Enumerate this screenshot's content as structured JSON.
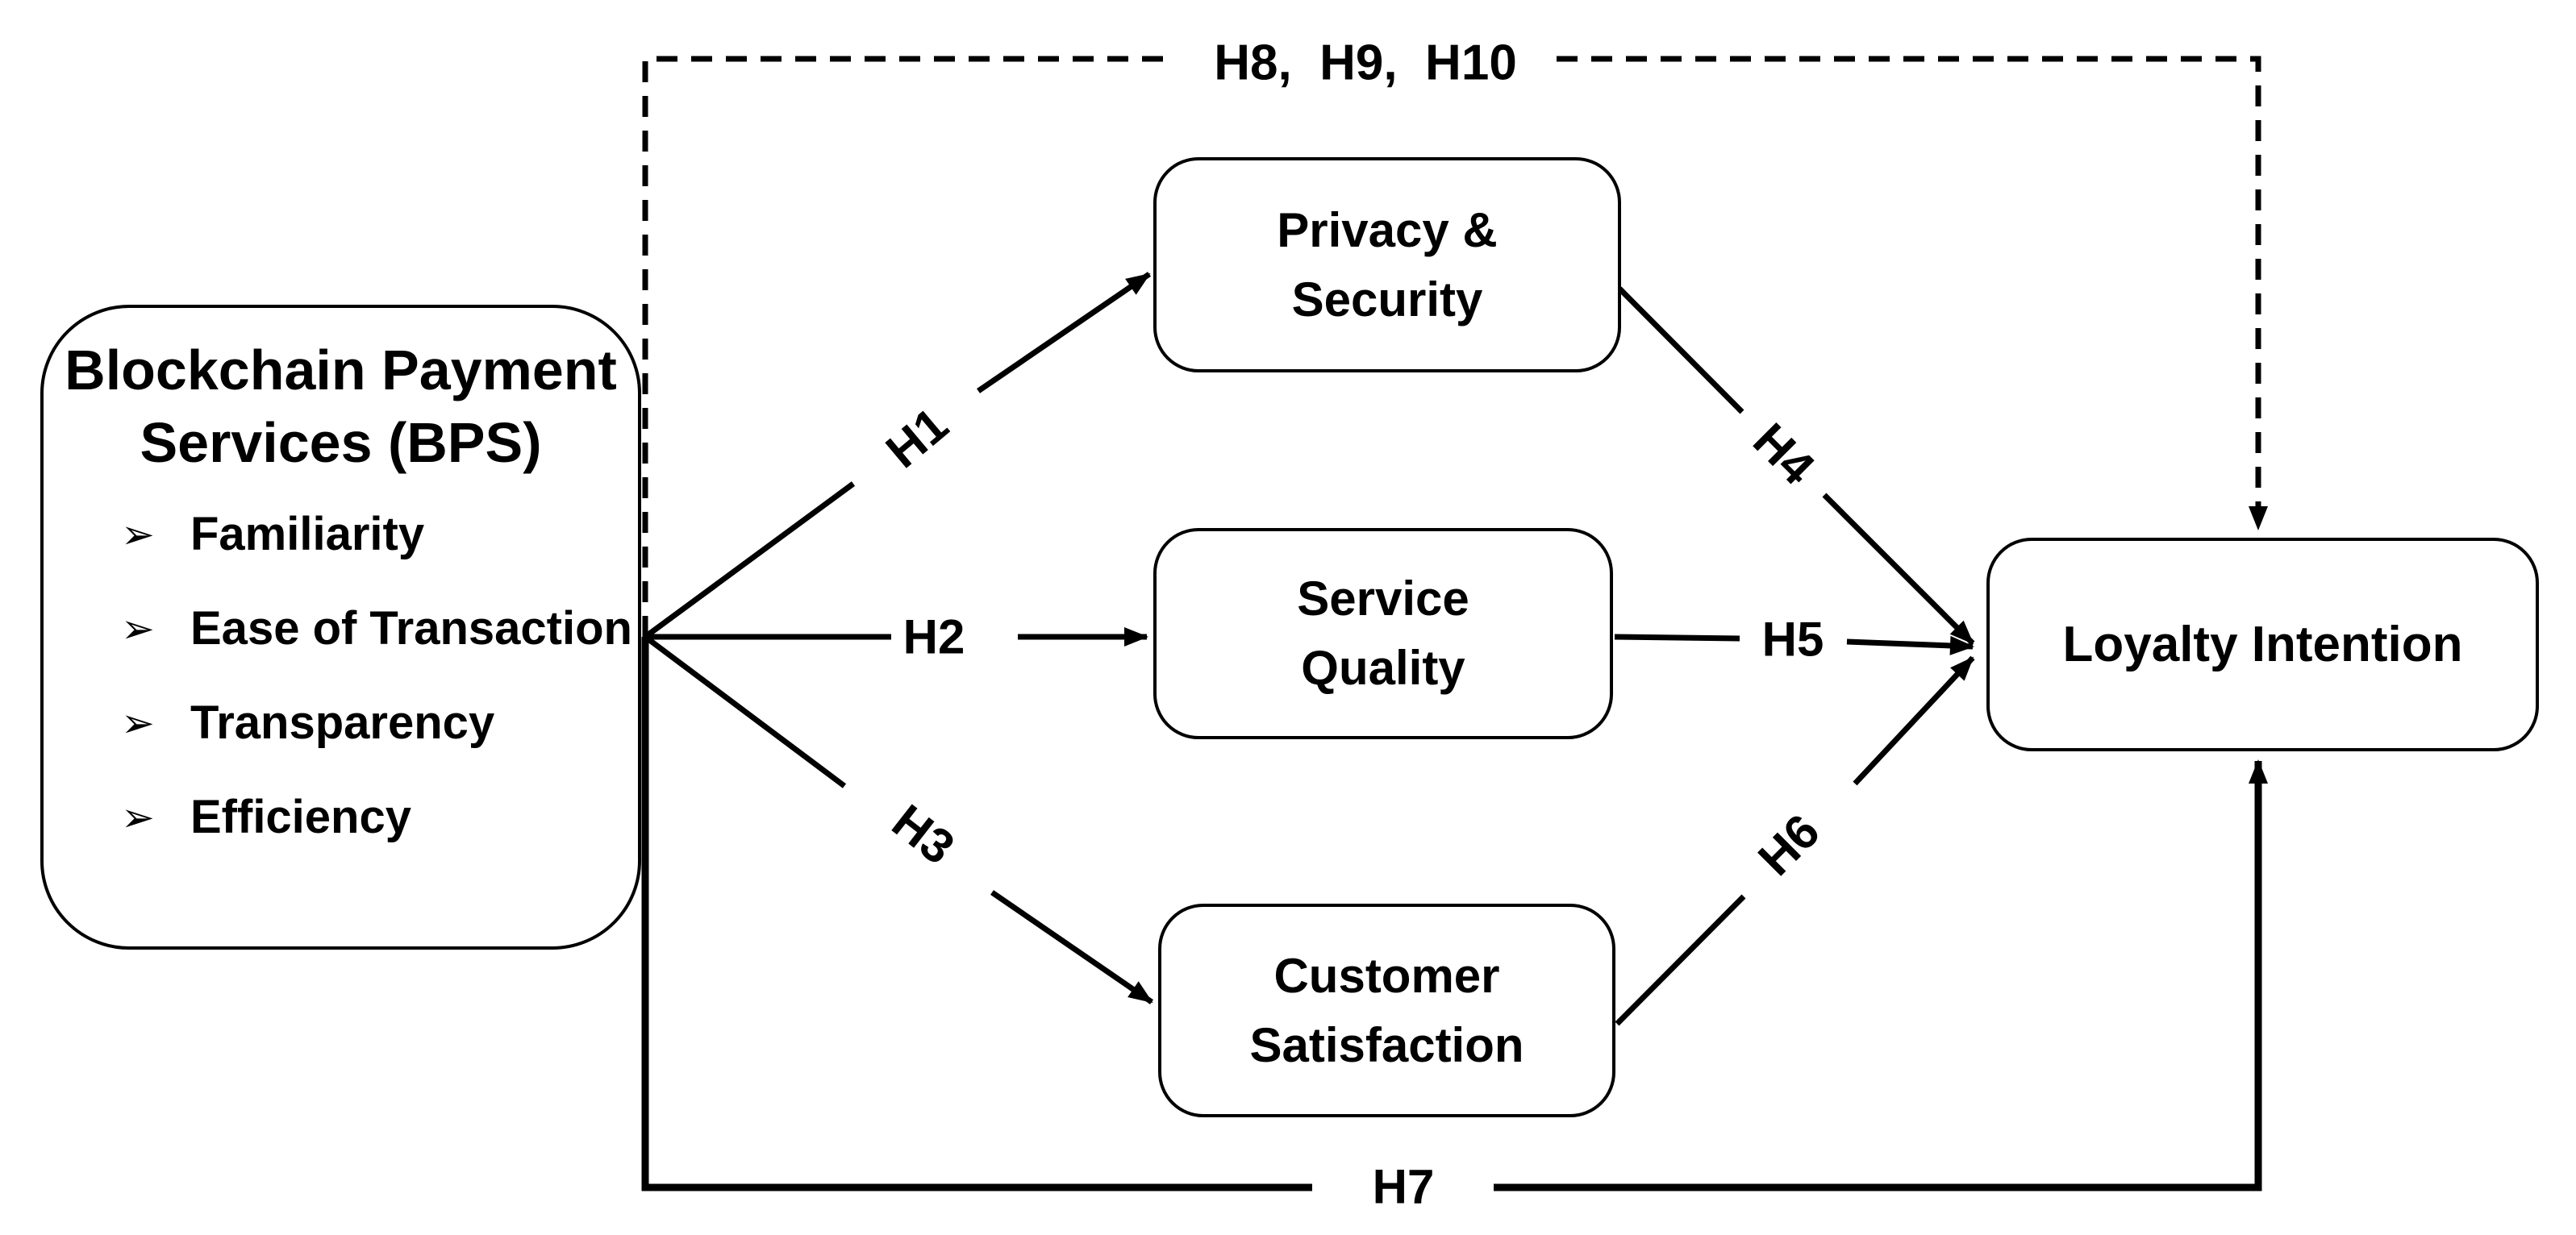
{
  "diagram": {
    "source_box": {
      "title_line1": "Blockchain Payment",
      "title_line2": "Services (BPS)",
      "bullet_glyph": "➢",
      "bullets": [
        "Familiarity",
        "Ease of Transaction",
        "Transparency",
        "Efficiency"
      ]
    },
    "mediator_boxes": [
      {
        "line1": "Privacy &",
        "line2": "Security"
      },
      {
        "line1": "Service",
        "line2": "Quality"
      },
      {
        "line1": "Customer",
        "line2": "Satisfaction"
      }
    ],
    "outcome_box": {
      "label": "Loyalty Intention"
    },
    "hypothesis_labels": {
      "h1": "H1",
      "h2": "H2",
      "h3": "H3",
      "h4": "H4",
      "h5": "H5",
      "h6": "H6",
      "h7": "H7",
      "moderation": "H8,  H9,  H10"
    },
    "colors": {
      "line": "#000000",
      "text": "#000000",
      "background": "#ffffff"
    }
  }
}
